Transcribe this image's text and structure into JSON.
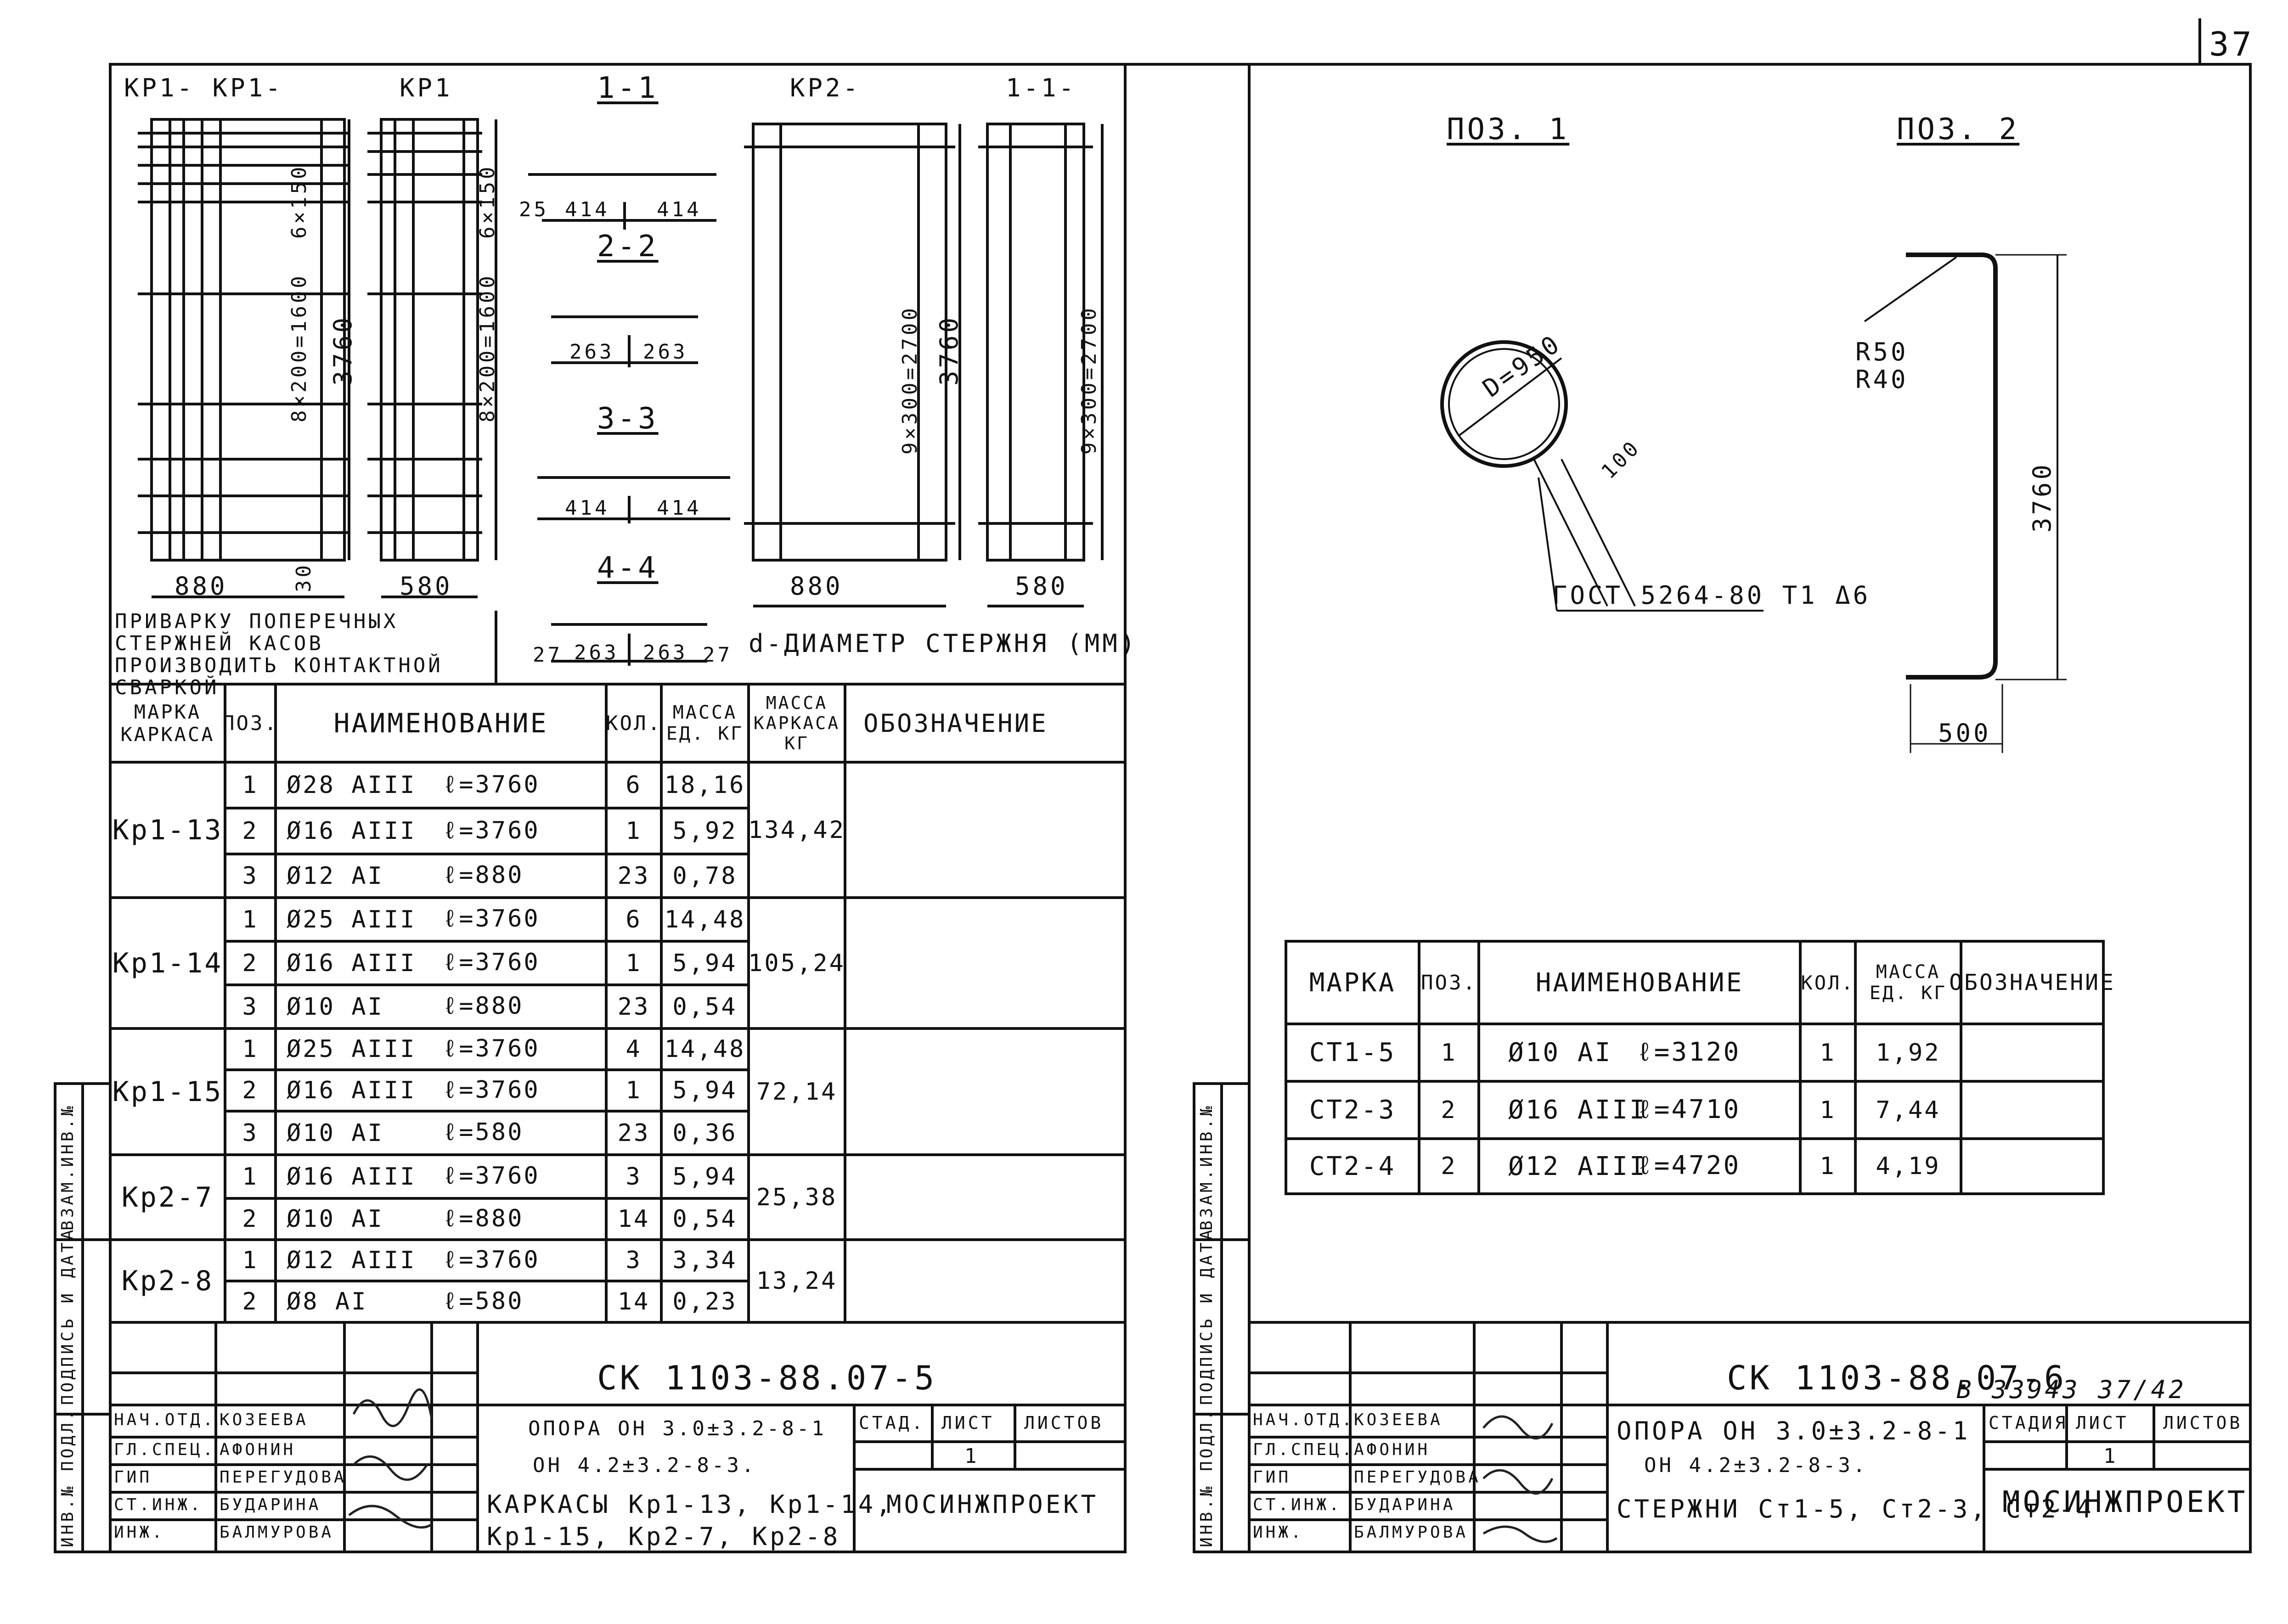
{
  "page_number": "37",
  "left_sheet": {
    "headers": {
      "kp1_pair": "КР1-  КР1-",
      "kp1": "КР1",
      "sec_1_1": "1-1",
      "kp2": "КР2-",
      "kp2b": "1-1-",
      "sec_2_2": "2-2",
      "sec_3_3": "3-3",
      "sec_4_4": "4-4"
    },
    "dims": {
      "w880a": "880",
      "w580": "580",
      "w880b": "880",
      "w580b": "580",
      "h3760a": "3760",
      "h3760b": "3760",
      "step200": "8×200=1600",
      "step200b": "8×200=1600",
      "step150a": "6×150",
      "step150b": "6×150",
      "step300": "9×300=2700",
      "step300b": "9×300=2700",
      "d414a": "414",
      "d414b": "414",
      "d263a": "263",
      "d263b": "263",
      "d414c": "414",
      "d414d": "414",
      "d263c": "263",
      "d263d": "263",
      "n25": "25",
      "n27a": "27",
      "n27b": "27",
      "n30": "30"
    },
    "note_weld": "ПРИВАРКУ ПОПЕРЕЧНЫХ СТЕРЖНЕЙ КАСОВ ПРОИЗВОДИТЬ КОНТАКТНОЙ СВАРКОЙ",
    "note_d": "d-ДИАМЕТР СТЕРЖНЯ (ММ)",
    "table": {
      "headers": {
        "mark": "МАРКА КАРКАСА",
        "pos": "ПОЗ.",
        "name": "НАИМЕНОВАНИЕ",
        "qty": "КОЛ.",
        "unit_mass": "МАССА ЕД. КГ",
        "frame_mass": "МАССА КАРКАСА КГ",
        "designation": "ОБОЗНАЧЕНИЕ"
      },
      "groups": [
        {
          "mark": "Кр1-13",
          "mass": "134,42",
          "rows": [
            {
              "pos": "1",
              "name": "Ø28 АIII",
              "len": "ℓ=3760",
              "qty": "6",
              "unit": "18,16"
            },
            {
              "pos": "2",
              "name": "Ø16 АIII",
              "len": "ℓ=3760",
              "qty": "1",
              "unit": "5,92"
            },
            {
              "pos": "3",
              "name": "Ø12 АI",
              "len": "ℓ=880",
              "qty": "23",
              "unit": "0,78"
            }
          ]
        },
        {
          "mark": "Кр1-14",
          "mass": "105,24",
          "rows": [
            {
              "pos": "1",
              "name": "Ø25 АIII",
              "len": "ℓ=3760",
              "qty": "6",
              "unit": "14,48"
            },
            {
              "pos": "2",
              "name": "Ø16 АIII",
              "len": "ℓ=3760",
              "qty": "1",
              "unit": "5,94"
            },
            {
              "pos": "3",
              "name": "Ø10 АI",
              "len": "ℓ=880",
              "qty": "23",
              "unit": "0,54"
            }
          ]
        },
        {
          "mark": "Кр1-15",
          "mass": "72,14",
          "rows": [
            {
              "pos": "1",
              "name": "Ø25 АIII",
              "len": "ℓ=3760",
              "qty": "4",
              "unit": "14,48"
            },
            {
              "pos": "2",
              "name": "Ø16 АIII",
              "len": "ℓ=3760",
              "qty": "1",
              "unit": "5,94"
            },
            {
              "pos": "3",
              "name": "Ø10 АI",
              "len": "ℓ=580",
              "qty": "23",
              "unit": "0,36"
            }
          ]
        },
        {
          "mark": "Кр2-7",
          "mass": "25,38",
          "rows": [
            {
              "pos": "1",
              "name": "Ø16 АIII",
              "len": "ℓ=3760",
              "qty": "3",
              "unit": "5,94"
            },
            {
              "pos": "2",
              "name": "Ø10 АI",
              "len": "ℓ=880",
              "qty": "14",
              "unit": "0,54"
            }
          ]
        },
        {
          "mark": "Кр2-8",
          "mass": "13,24",
          "rows": [
            {
              "pos": "1",
              "name": "Ø12 АIII",
              "len": "ℓ=3760",
              "qty": "3",
              "unit": "3,34"
            },
            {
              "pos": "2",
              "name": "Ø8 АI",
              "len": "ℓ=580",
              "qty": "14",
              "unit": "0,23"
            }
          ]
        }
      ]
    },
    "stamp": {
      "code": "СК 1103-88.07-5",
      "roles": [
        "НАЧ.ОТД.",
        "ГЛ.СПЕЦ.",
        "ГИП",
        "СТ.ИНЖ.",
        "ИНЖ."
      ],
      "names": [
        "КОЗЕЕВА",
        "АФОНИН",
        "ПЕРЕГУДОВА",
        "БУДАРИНА",
        "БАЛМУРОВА"
      ],
      "title_line1": "ОПОРА  ОН 3.0±3.2-8-1",
      "title_line2": "ОН 4.2±3.2-8-3.",
      "title_line3": "КАРКАСЫ  Кр1-13, Кр1-14,",
      "title_line4": "Кр1-15, Кр2-7, Кр2-8",
      "stage": "СТАД.",
      "sheet": "ЛИСТ",
      "sheets": "ЛИСТОВ",
      "sheet_no": "1",
      "org": "МОСИНЖПРОЕКТ"
    },
    "side_labels": [
      "ВЗАМ.ИНВ.№",
      "ПОДПИСЬ И ДАТА",
      "ИНВ.№ ПОДЛ."
    ]
  },
  "right_sheet": {
    "pos1": "ПОЗ. 1",
    "pos2": "ПОЗ. 2",
    "d950": "D=950",
    "d100": "100",
    "gost": "ГОСТ 5264-80 Т1 Δ6",
    "r50": "R50",
    "r40": "R40",
    "h3760": "3760",
    "w500": "500",
    "table": {
      "headers": {
        "mark": "МАРКА",
        "pos": "ПОЗ.",
        "name": "НАИМЕНОВАНИЕ",
        "qty": "КОЛ.",
        "unit_mass": "МАССА ЕД. КГ",
        "designation": "ОБОЗНАЧЕНИЕ"
      },
      "rows": [
        {
          "mark": "СТ1-5",
          "pos": "1",
          "name": "Ø10 АI",
          "len": "ℓ=3120",
          "qty": "1",
          "unit": "1,92"
        },
        {
          "mark": "СТ2-3",
          "pos": "2",
          "name": "Ø16 АIII",
          "len": "ℓ=4710",
          "qty": "1",
          "unit": "7,44"
        },
        {
          "mark": "СТ2-4",
          "pos": "2",
          "name": "Ø12 АIII",
          "len": "ℓ=4720",
          "qty": "1",
          "unit": "4,19"
        }
      ]
    },
    "stamp": {
      "code": "СК 1103-88.07-6",
      "inv_note": "В 33943  37/42",
      "roles": [
        "НАЧ.ОТД.",
        "ГЛ.СПЕЦ.",
        "ГИП",
        "СТ.ИНЖ.",
        "ИНЖ."
      ],
      "names": [
        "КОЗЕЕВА",
        "АФОНИН",
        "ПЕРЕГУДОВА",
        "БУДАРИНА",
        "БАЛМУРОВА"
      ],
      "title_line1": "ОПОРА  ОН 3.0±3.2-8-1",
      "title_line2": "ОН 4.2±3.2-8-3.",
      "title_line3": "СТЕРЖНИ  Ст1-5, Ст2-3, Ст2-4",
      "stage": "СТАДИЯ",
      "sheet": "ЛИСТ",
      "sheets": "ЛИСТОВ",
      "sheet_no": "1",
      "org": "МОСИНЖПРОЕКТ"
    },
    "side_labels": [
      "ВЗАМ.ИНВ.№",
      "ПОДПИСЬ И ДАТА",
      "ИНВ.№ ПОДЛ."
    ]
  }
}
